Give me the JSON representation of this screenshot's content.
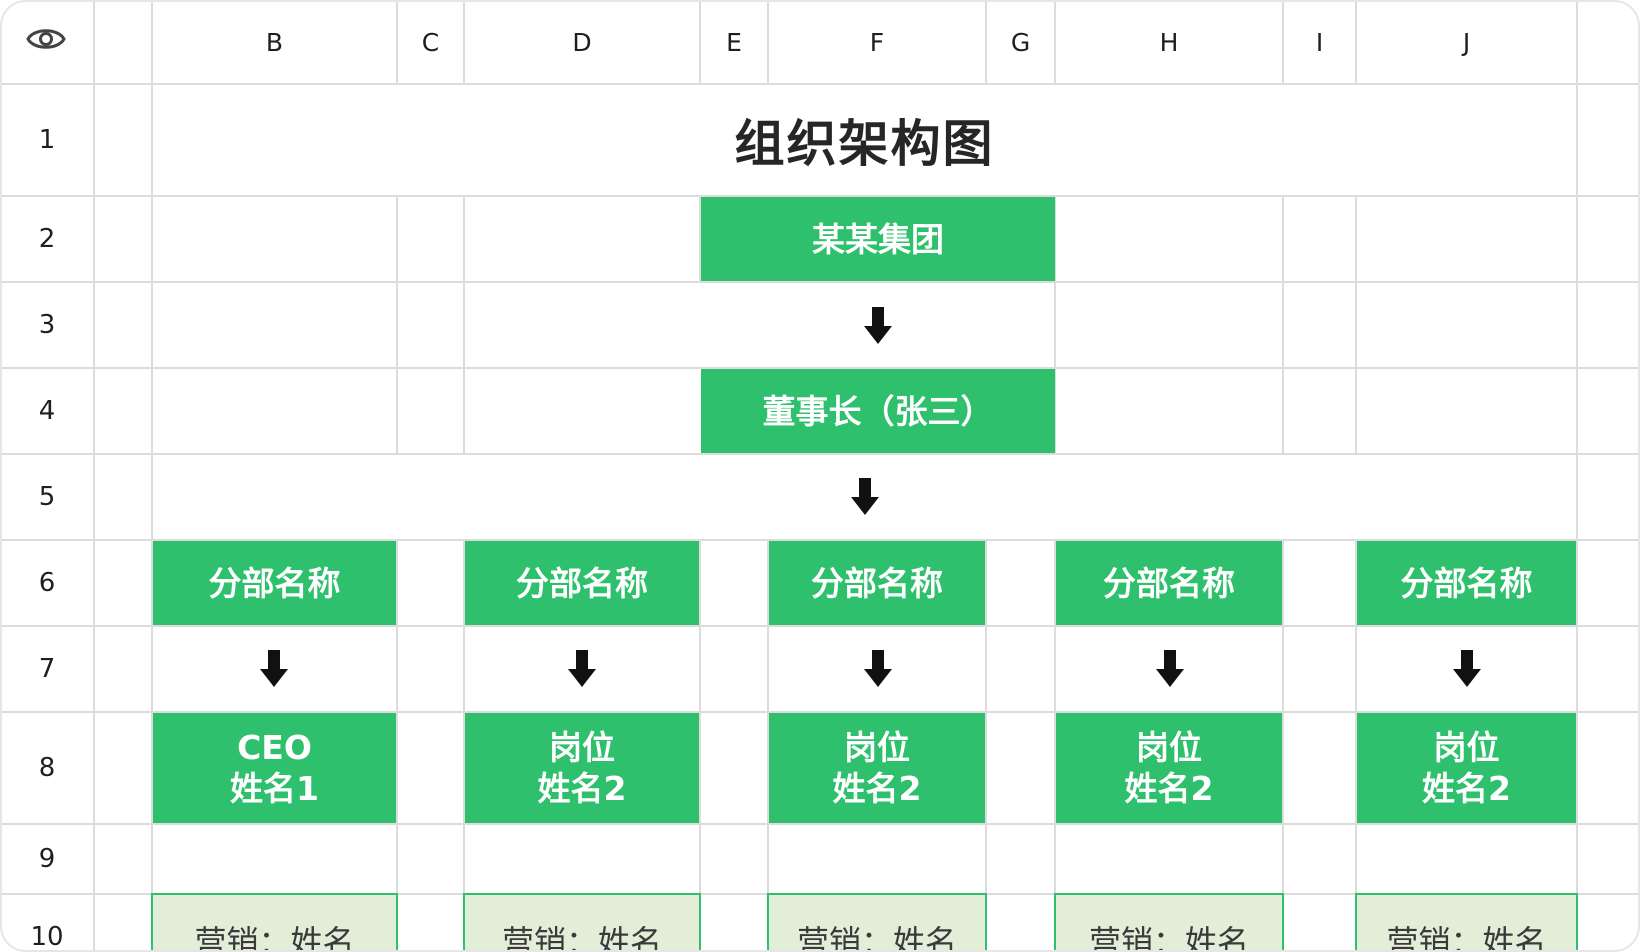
{
  "columns": [
    "B",
    "C",
    "D",
    "E",
    "F",
    "G",
    "H",
    "I",
    "J"
  ],
  "rows": [
    "1",
    "2",
    "3",
    "4",
    "5",
    "6",
    "7",
    "8",
    "9",
    "10"
  ],
  "title": "组织架构图",
  "group": "某某集团",
  "chairman": "董事长（张三）",
  "branches": [
    {
      "name": "分部名称",
      "role": "CEO",
      "person": "姓名1",
      "note": "营销：姓名"
    },
    {
      "name": "分部名称",
      "role": "岗位",
      "person": "姓名2",
      "note": "营销：姓名"
    },
    {
      "name": "分部名称",
      "role": "岗位",
      "person": "姓名2",
      "note": "营销：姓名"
    },
    {
      "name": "分部名称",
      "role": "岗位",
      "person": "姓名2",
      "note": "营销：姓名"
    },
    {
      "name": "分部名称",
      "role": "岗位",
      "person": "姓名2",
      "note": "营销：姓名"
    }
  ],
  "colors": {
    "green": "#2ec06c",
    "light_green": "#e2eed7",
    "grid": "#dcdcdc"
  },
  "icons": {
    "header_corner": "eye-icon",
    "connector": "arrow-down-icon"
  }
}
